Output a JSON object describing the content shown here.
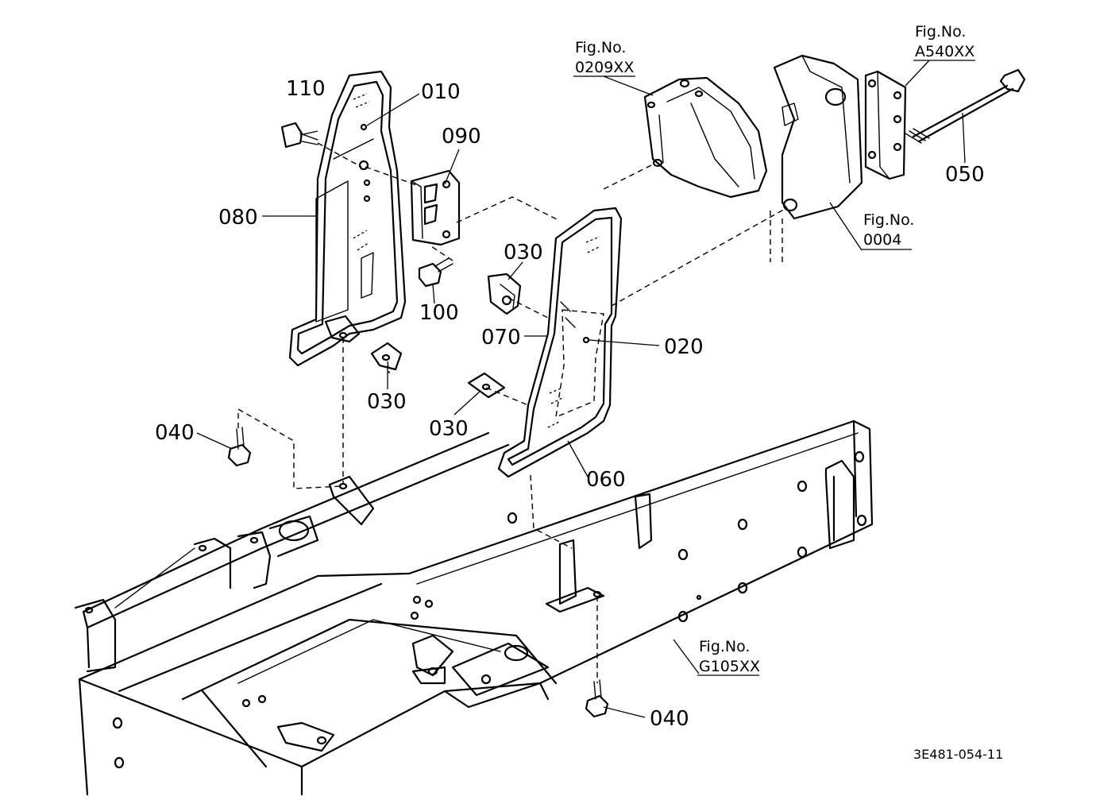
{
  "callouts": {
    "c110": "110",
    "c010": "010",
    "c090": "090",
    "c080": "080",
    "c100": "100",
    "c030_a": "030",
    "c030_b": "030",
    "c030_c": "030",
    "c070": "070",
    "c020": "020",
    "c040_a": "040",
    "c040_b": "040",
    "c060": "060",
    "c050": "050"
  },
  "figure_refs": {
    "fig_0209": {
      "label": "Fig.No.",
      "number": "0209XX"
    },
    "fig_A540": {
      "label": "Fig.No.",
      "number": "A540XX"
    },
    "fig_0004": {
      "label": "Fig.No.",
      "number": "0004"
    },
    "fig_G105": {
      "label": "Fig.No.",
      "number": "G105XX"
    }
  },
  "drawing_code": "3E481-054-11"
}
